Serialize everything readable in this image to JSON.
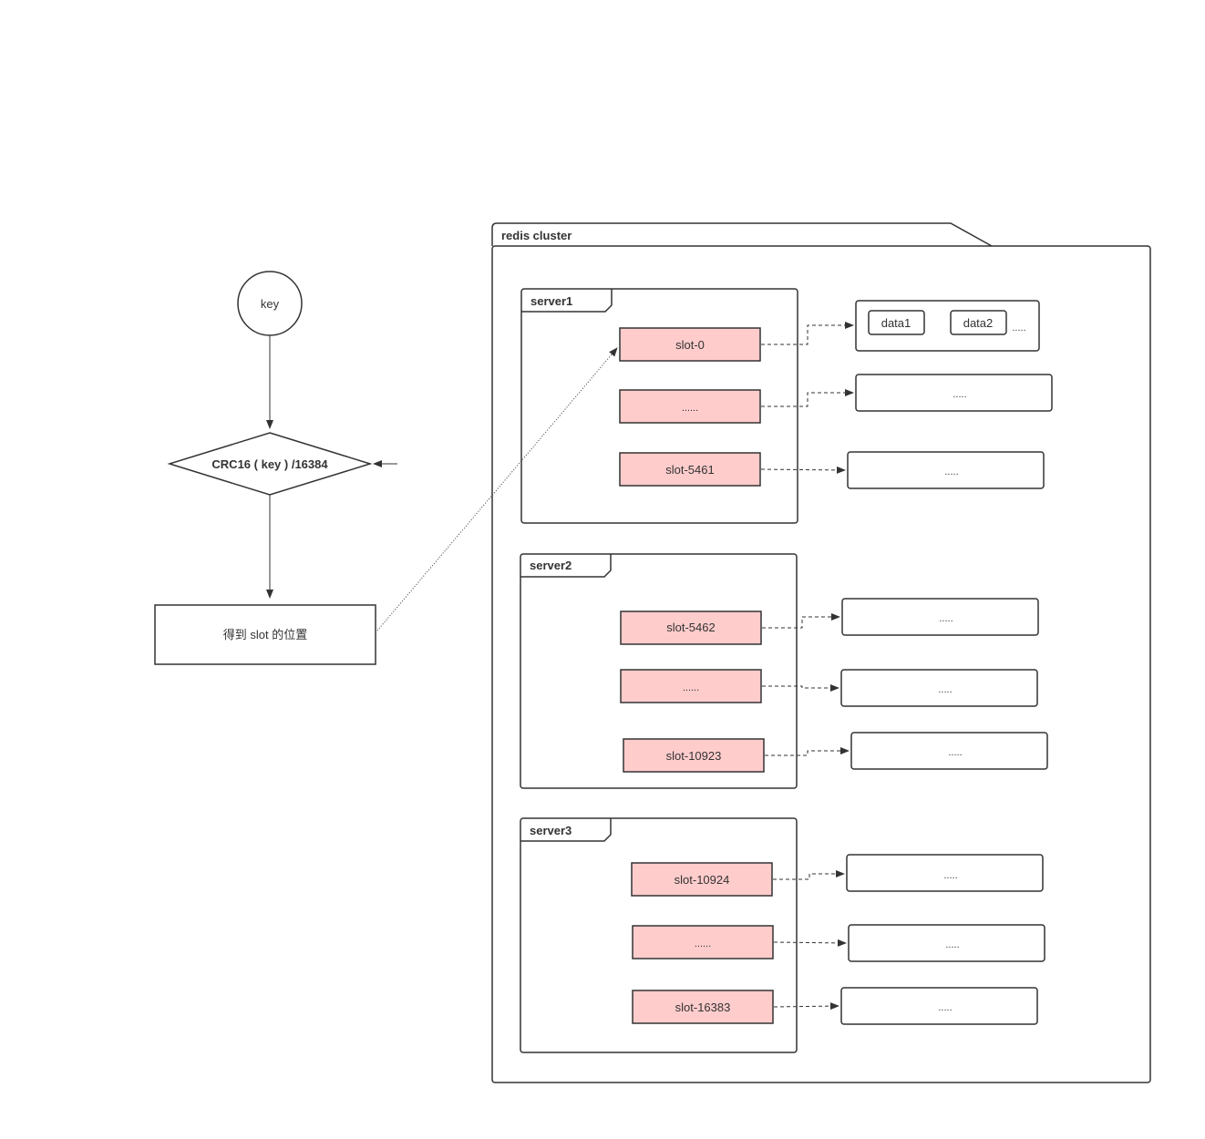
{
  "flow": {
    "key": "key",
    "decision": "CRC16 ( key ) /16384",
    "result": "得到 slot 的位置"
  },
  "cluster": {
    "title": "redis cluster",
    "servers": [
      {
        "name": "server1",
        "slots": [
          {
            "label": "slot-0",
            "target": {
              "items": [
                "data1",
                "data2"
              ],
              "more": "....."
            }
          },
          {
            "label": "......",
            "target": {
              "items": [],
              "more": "....."
            }
          },
          {
            "label": "slot-5461",
            "target": {
              "items": [],
              "more": "....."
            }
          }
        ]
      },
      {
        "name": "server2",
        "slots": [
          {
            "label": "slot-5462",
            "target": {
              "items": [],
              "more": "....."
            }
          },
          {
            "label": "......",
            "target": {
              "items": [],
              "more": "....."
            }
          },
          {
            "label": "slot-10923",
            "target": {
              "items": [],
              "more": "....."
            }
          }
        ]
      },
      {
        "name": "server3",
        "slots": [
          {
            "label": "slot-10924",
            "target": {
              "items": [],
              "more": "....."
            }
          },
          {
            "label": "......",
            "target": {
              "items": [],
              "more": "....."
            }
          },
          {
            "label": "slot-16383",
            "target": {
              "items": [],
              "more": "....."
            }
          }
        ]
      }
    ]
  },
  "colors": {
    "stroke": "#333333",
    "slot_fill": "#ffcccc",
    "background": "#ffffff"
  }
}
